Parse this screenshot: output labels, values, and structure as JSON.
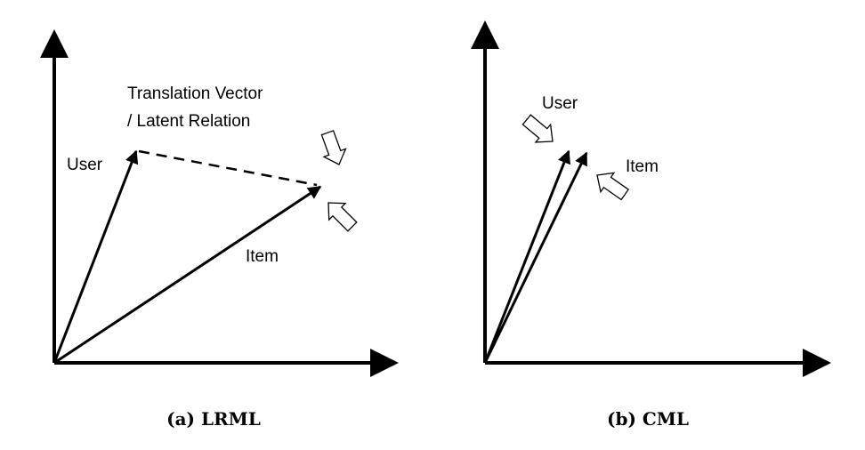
{
  "panels": {
    "a": {
      "caption": "(a) LRML",
      "user_label": "User",
      "item_label": "Item",
      "relation_label_line1": "Translation Vector",
      "relation_label_line2": "/ Latent Relation"
    },
    "b": {
      "caption": "(b) CML",
      "user_label": "User",
      "item_label": "Item"
    }
  },
  "icons": [
    "hollow-arrow-icon"
  ]
}
